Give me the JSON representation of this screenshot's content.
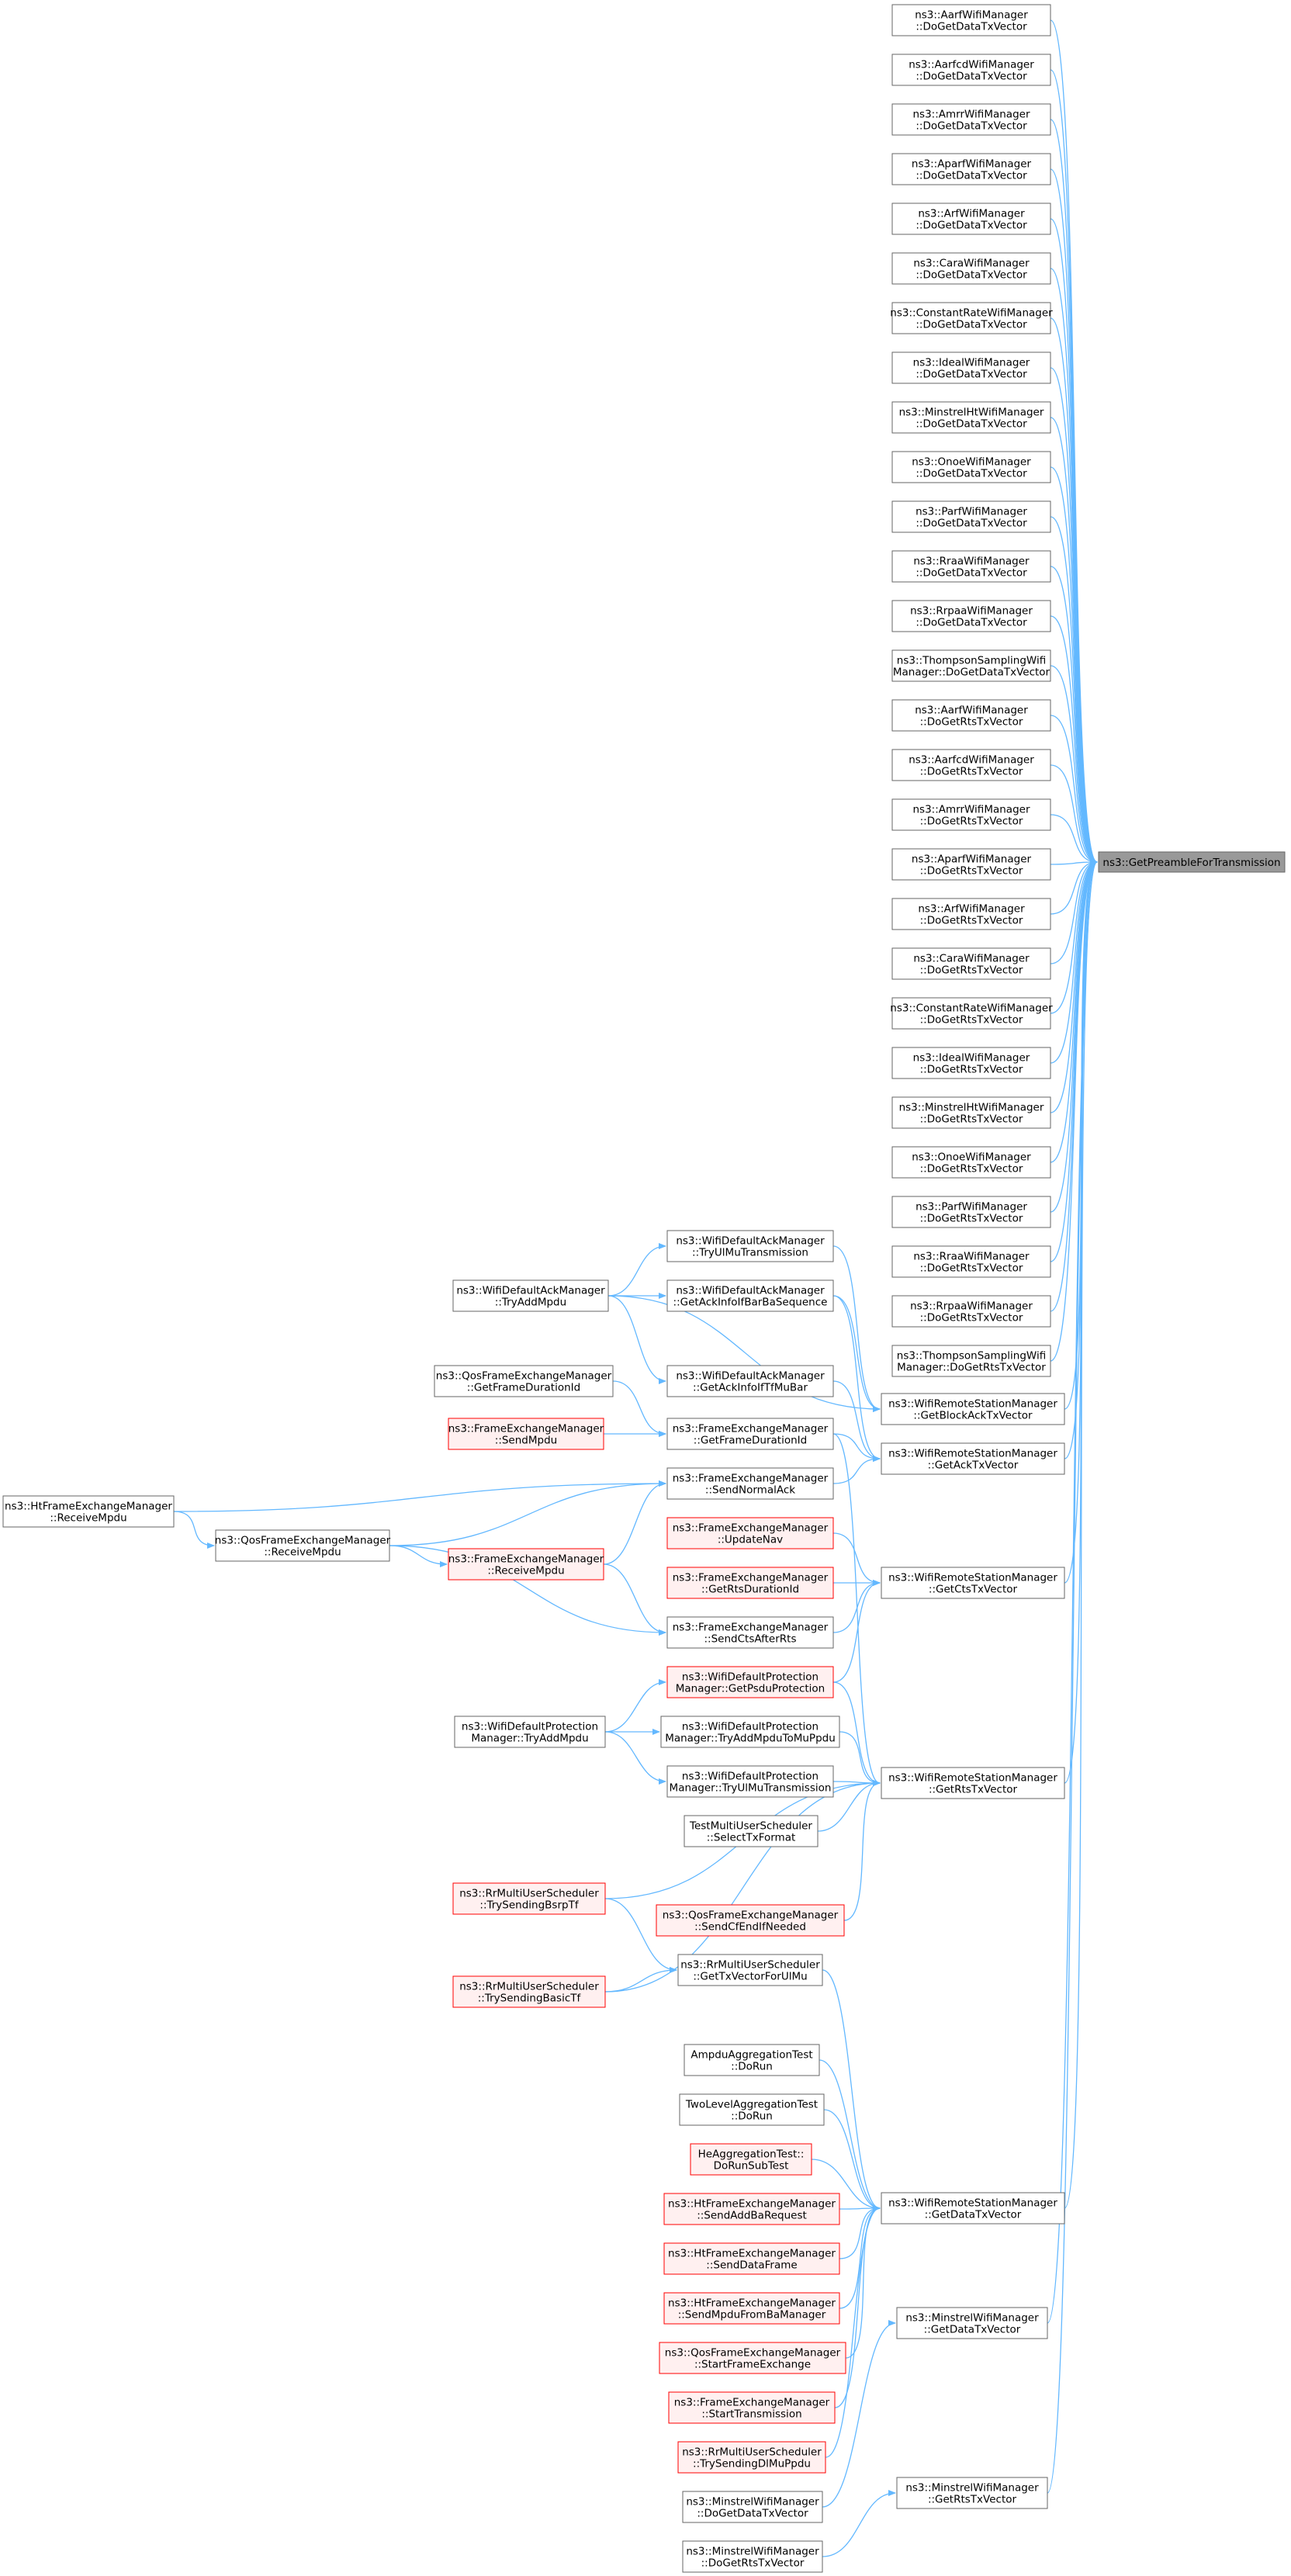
{
  "diagram": {
    "colors": {
      "node_fill": "#ffffff",
      "node_border": "#666666",
      "red_node_fill": "#fff0f0",
      "red_node_border": "#ff0000",
      "root_fill": "#999999",
      "root_border": "#666666",
      "edge": "#63b8ff"
    },
    "root": "root",
    "nodes": [
      {
        "id": "root",
        "style": "root",
        "lines": [
          "ns3::GetPreambleForTransmission"
        ]
      },
      {
        "id": "c0",
        "style": "normal",
        "lines": [
          "ns3::AarfWifiManager",
          "::DoGetDataTxVector"
        ]
      },
      {
        "id": "c1",
        "style": "normal",
        "lines": [
          "ns3::AarfcdWifiManager",
          "::DoGetDataTxVector"
        ]
      },
      {
        "id": "c2",
        "style": "normal",
        "lines": [
          "ns3::AmrrWifiManager",
          "::DoGetDataTxVector"
        ]
      },
      {
        "id": "c3",
        "style": "normal",
        "lines": [
          "ns3::AparfWifiManager",
          "::DoGetDataTxVector"
        ]
      },
      {
        "id": "c4",
        "style": "normal",
        "lines": [
          "ns3::ArfWifiManager",
          "::DoGetDataTxVector"
        ]
      },
      {
        "id": "c5",
        "style": "normal",
        "lines": [
          "ns3::CaraWifiManager",
          "::DoGetDataTxVector"
        ]
      },
      {
        "id": "c6",
        "style": "normal",
        "lines": [
          "ns3::ConstantRateWifiManager",
          "::DoGetDataTxVector"
        ]
      },
      {
        "id": "c7",
        "style": "normal",
        "lines": [
          "ns3::IdealWifiManager",
          "::DoGetDataTxVector"
        ]
      },
      {
        "id": "c8",
        "style": "normal",
        "lines": [
          "ns3::MinstrelHtWifiManager",
          "::DoGetDataTxVector"
        ]
      },
      {
        "id": "c9",
        "style": "normal",
        "lines": [
          "ns3::OnoeWifiManager",
          "::DoGetDataTxVector"
        ]
      },
      {
        "id": "c10",
        "style": "normal",
        "lines": [
          "ns3::ParfWifiManager",
          "::DoGetDataTxVector"
        ]
      },
      {
        "id": "c11",
        "style": "normal",
        "lines": [
          "ns3::RraaWifiManager",
          "::DoGetDataTxVector"
        ]
      },
      {
        "id": "c12",
        "style": "normal",
        "lines": [
          "ns3::RrpaaWifiManager",
          "::DoGetDataTxVector"
        ]
      },
      {
        "id": "c13",
        "style": "normal",
        "lines": [
          "ns3::ThompsonSamplingWifi",
          "Manager::DoGetDataTxVector"
        ]
      },
      {
        "id": "c14",
        "style": "normal",
        "lines": [
          "ns3::AarfWifiManager",
          "::DoGetRtsTxVector"
        ]
      },
      {
        "id": "c15",
        "style": "normal",
        "lines": [
          "ns3::AarfcdWifiManager",
          "::DoGetRtsTxVector"
        ]
      },
      {
        "id": "c16",
        "style": "normal",
        "lines": [
          "ns3::AmrrWifiManager",
          "::DoGetRtsTxVector"
        ]
      },
      {
        "id": "c17",
        "style": "normal",
        "lines": [
          "ns3::AparfWifiManager",
          "::DoGetRtsTxVector"
        ]
      },
      {
        "id": "c18",
        "style": "normal",
        "lines": [
          "ns3::ArfWifiManager",
          "::DoGetRtsTxVector"
        ]
      },
      {
        "id": "c19",
        "style": "normal",
        "lines": [
          "ns3::CaraWifiManager",
          "::DoGetRtsTxVector"
        ]
      },
      {
        "id": "c20",
        "style": "normal",
        "lines": [
          "ns3::ConstantRateWifiManager",
          "::DoGetRtsTxVector"
        ]
      },
      {
        "id": "c21",
        "style": "normal",
        "lines": [
          "ns3::IdealWifiManager",
          "::DoGetRtsTxVector"
        ]
      },
      {
        "id": "c22",
        "style": "normal",
        "lines": [
          "ns3::MinstrelHtWifiManager",
          "::DoGetRtsTxVector"
        ]
      },
      {
        "id": "c23",
        "style": "normal",
        "lines": [
          "ns3::OnoeWifiManager",
          "::DoGetRtsTxVector"
        ]
      },
      {
        "id": "c24",
        "style": "normal",
        "lines": [
          "ns3::ParfWifiManager",
          "::DoGetRtsTxVector"
        ]
      },
      {
        "id": "c25",
        "style": "normal",
        "lines": [
          "ns3::RraaWifiManager",
          "::DoGetRtsTxVector"
        ]
      },
      {
        "id": "c26",
        "style": "normal",
        "lines": [
          "ns3::RrpaaWifiManager",
          "::DoGetRtsTxVector"
        ]
      },
      {
        "id": "c27",
        "style": "normal",
        "lines": [
          "ns3::ThompsonSamplingWifi",
          "Manager::DoGetRtsTxVector"
        ]
      },
      {
        "id": "blockack",
        "style": "normal",
        "lines": [
          "ns3::WifiRemoteStationManager",
          "::GetBlockAckTxVector"
        ]
      },
      {
        "id": "acktx",
        "style": "normal",
        "lines": [
          "ns3::WifiRemoteStationManager",
          "::GetAckTxVector"
        ]
      },
      {
        "id": "ctstx",
        "style": "normal",
        "lines": [
          "ns3::WifiRemoteStationManager",
          "::GetCtsTxVector"
        ]
      },
      {
        "id": "rtstx",
        "style": "normal",
        "lines": [
          "ns3::WifiRemoteStationManager",
          "::GetRtsTxVector"
        ]
      },
      {
        "id": "datatx",
        "style": "normal",
        "lines": [
          "ns3::WifiRemoteStationManager",
          "::GetDataTxVector"
        ]
      },
      {
        "id": "mwm_getdata",
        "style": "normal",
        "lines": [
          "ns3::MinstrelWifiManager",
          "::GetDataTxVector"
        ]
      },
      {
        "id": "mwm_getrts",
        "style": "normal",
        "lines": [
          "ns3::MinstrelWifiManager",
          "::GetRtsTxVector"
        ]
      },
      {
        "id": "ack_ulmu",
        "style": "normal",
        "lines": [
          "ns3::WifiDefaultAckManager",
          "::TryUlMuTransmission"
        ]
      },
      {
        "id": "ack_bar",
        "style": "normal",
        "lines": [
          "ns3::WifiDefaultAckManager",
          "::GetAckInfoIfBarBaSequence"
        ]
      },
      {
        "id": "ack_tf",
        "style": "normal",
        "lines": [
          "ns3::WifiDefaultAckManager",
          "::GetAckInfoIfTfMuBar"
        ]
      },
      {
        "id": "ack_tryadd",
        "style": "normal",
        "lines": [
          "ns3::WifiDefaultAckManager",
          "::TryAddMpdu"
        ]
      },
      {
        "id": "qfem_gfd",
        "style": "normal",
        "lines": [
          "ns3::QosFrameExchangeManager",
          "::GetFrameDurationId"
        ]
      },
      {
        "id": "fem_sendmpdu",
        "style": "red",
        "lines": [
          "ns3::FrameExchangeManager",
          "::SendMpdu"
        ]
      },
      {
        "id": "fem_gfd",
        "style": "normal",
        "lines": [
          "ns3::FrameExchangeManager",
          "::GetFrameDurationId"
        ]
      },
      {
        "id": "fem_sna",
        "style": "normal",
        "lines": [
          "ns3::FrameExchangeManager",
          "::SendNormalAck"
        ]
      },
      {
        "id": "htfem_recv",
        "style": "normal",
        "lines": [
          "ns3::HtFrameExchangeManager",
          "::ReceiveMpdu"
        ]
      },
      {
        "id": "qfem_recv",
        "style": "normal",
        "lines": [
          "ns3::QosFrameExchangeManager",
          "::ReceiveMpdu"
        ]
      },
      {
        "id": "fem_recv",
        "style": "red",
        "lines": [
          "ns3::FrameExchangeManager",
          "::ReceiveMpdu"
        ]
      },
      {
        "id": "fem_nav",
        "style": "red",
        "lines": [
          "ns3::FrameExchangeManager",
          "::UpdateNav"
        ]
      },
      {
        "id": "fem_rtsdur",
        "style": "red",
        "lines": [
          "ns3::FrameExchangeManager",
          "::GetRtsDurationId"
        ]
      },
      {
        "id": "fem_cts",
        "style": "normal",
        "lines": [
          "ns3::FrameExchangeManager",
          "::SendCtsAfterRts"
        ]
      },
      {
        "id": "prot_psdu",
        "style": "red",
        "lines": [
          "ns3::WifiDefaultProtection",
          "Manager::GetPsduProtection"
        ]
      },
      {
        "id": "prot_tryadd",
        "style": "normal",
        "lines": [
          "ns3::WifiDefaultProtection",
          "Manager::TryAddMpdu"
        ]
      },
      {
        "id": "prot_tomu",
        "style": "normal",
        "lines": [
          "ns3::WifiDefaultProtection",
          "Manager::TryAddMpduToMuPpdu"
        ]
      },
      {
        "id": "prot_ulmu",
        "style": "normal",
        "lines": [
          "ns3::WifiDefaultProtection",
          "Manager::TryUlMuTransmission"
        ]
      },
      {
        "id": "test_select",
        "style": "normal",
        "lines": [
          "TestMultiUserScheduler",
          "::SelectTxFormat"
        ]
      },
      {
        "id": "rr_bsrp",
        "style": "red",
        "lines": [
          "ns3::RrMultiUserScheduler",
          "::TrySendingBsrpTf"
        ]
      },
      {
        "id": "qfem_cfend",
        "style": "red",
        "lines": [
          "ns3::QosFrameExchangeManager",
          "::SendCfEndIfNeeded"
        ]
      },
      {
        "id": "rr_gettx",
        "style": "normal",
        "lines": [
          "ns3::RrMultiUserScheduler",
          "::GetTxVectorForUlMu"
        ]
      },
      {
        "id": "rr_basic",
        "style": "red",
        "lines": [
          "ns3::RrMultiUserScheduler",
          "::TrySendingBasicTf"
        ]
      },
      {
        "id": "ampdu_test",
        "style": "normal",
        "lines": [
          "AmpduAggregationTest",
          "::DoRun"
        ]
      },
      {
        "id": "twolevel_test",
        "style": "normal",
        "lines": [
          "TwoLevelAggregationTest",
          "::DoRun"
        ]
      },
      {
        "id": "heagg_test",
        "style": "red",
        "lines": [
          "HeAggregationTest::",
          "DoRunSubTest"
        ]
      },
      {
        "id": "ht_addba",
        "style": "red",
        "lines": [
          "ns3::HtFrameExchangeManager",
          "::SendAddBaRequest"
        ]
      },
      {
        "id": "ht_data",
        "style": "red",
        "lines": [
          "ns3::HtFrameExchangeManager",
          "::SendDataFrame"
        ]
      },
      {
        "id": "ht_fromba",
        "style": "red",
        "lines": [
          "ns3::HtFrameExchangeManager",
          "::SendMpduFromBaManager"
        ]
      },
      {
        "id": "qfem_start",
        "style": "red",
        "lines": [
          "ns3::QosFrameExchangeManager",
          "::StartFrameExchange"
        ]
      },
      {
        "id": "fem_start",
        "style": "red",
        "lines": [
          "ns3::FrameExchangeManager",
          "::StartTransmission"
        ]
      },
      {
        "id": "rr_dlmu",
        "style": "red",
        "lines": [
          "ns3::RrMultiUserScheduler",
          "::TrySendingDlMuPpdu"
        ]
      },
      {
        "id": "mwm_dodata",
        "style": "normal",
        "lines": [
          "ns3::MinstrelWifiManager",
          "::DoGetDataTxVector"
        ]
      },
      {
        "id": "mwm_dorts",
        "style": "normal",
        "lines": [
          "ns3::MinstrelWifiManager",
          "::DoGetRtsTxVector"
        ]
      }
    ],
    "edges": [
      [
        "c0",
        "root"
      ],
      [
        "c1",
        "root"
      ],
      [
        "c2",
        "root"
      ],
      [
        "c3",
        "root"
      ],
      [
        "c4",
        "root"
      ],
      [
        "c5",
        "root"
      ],
      [
        "c6",
        "root"
      ],
      [
        "c7",
        "root"
      ],
      [
        "c8",
        "root"
      ],
      [
        "c9",
        "root"
      ],
      [
        "c10",
        "root"
      ],
      [
        "c11",
        "root"
      ],
      [
        "c12",
        "root"
      ],
      [
        "c13",
        "root"
      ],
      [
        "c14",
        "root"
      ],
      [
        "c15",
        "root"
      ],
      [
        "c16",
        "root"
      ],
      [
        "c17",
        "root"
      ],
      [
        "c18",
        "root"
      ],
      [
        "c19",
        "root"
      ],
      [
        "c20",
        "root"
      ],
      [
        "c21",
        "root"
      ],
      [
        "c22",
        "root"
      ],
      [
        "c23",
        "root"
      ],
      [
        "c24",
        "root"
      ],
      [
        "c25",
        "root"
      ],
      [
        "c26",
        "root"
      ],
      [
        "c27",
        "root"
      ],
      [
        "blockack",
        "root"
      ],
      [
        "acktx",
        "root"
      ],
      [
        "ctstx",
        "root"
      ],
      [
        "rtstx",
        "root"
      ],
      [
        "datatx",
        "root"
      ],
      [
        "mwm_getdata",
        "root"
      ],
      [
        "mwm_getrts",
        "root"
      ],
      [
        "ack_ulmu",
        "blockack"
      ],
      [
        "ack_bar",
        "blockack"
      ],
      [
        "ack_tryadd",
        "blockack"
      ],
      [
        "ack_bar",
        "acktx"
      ],
      [
        "ack_tf",
        "acktx"
      ],
      [
        "fem_gfd",
        "acktx"
      ],
      [
        "fem_sna",
        "acktx"
      ],
      [
        "ack_tryadd",
        "ack_ulmu"
      ],
      [
        "ack_tryadd",
        "ack_bar"
      ],
      [
        "ack_tryadd",
        "ack_tf"
      ],
      [
        "qfem_gfd",
        "fem_gfd"
      ],
      [
        "fem_sendmpdu",
        "fem_gfd"
      ],
      [
        "htfem_recv",
        "fem_sna"
      ],
      [
        "qfem_recv",
        "fem_sna"
      ],
      [
        "fem_recv",
        "fem_sna"
      ],
      [
        "htfem_recv",
        "qfem_recv"
      ],
      [
        "qfem_recv",
        "fem_recv"
      ],
      [
        "qfem_recv",
        "fem_cts"
      ],
      [
        "fem_recv",
        "fem_cts"
      ],
      [
        "fem_nav",
        "ctstx"
      ],
      [
        "fem_rtsdur",
        "ctstx"
      ],
      [
        "fem_cts",
        "ctstx"
      ],
      [
        "prot_psdu",
        "ctstx"
      ],
      [
        "fem_gfd",
        "rtstx"
      ],
      [
        "prot_psdu",
        "rtstx"
      ],
      [
        "prot_tomu",
        "rtstx"
      ],
      [
        "prot_ulmu",
        "rtstx"
      ],
      [
        "test_select",
        "rtstx"
      ],
      [
        "rr_bsrp",
        "rtstx"
      ],
      [
        "qfem_cfend",
        "rtstx"
      ],
      [
        "rr_basic",
        "rtstx"
      ],
      [
        "prot_tryadd",
        "prot_psdu"
      ],
      [
        "prot_tryadd",
        "prot_tomu"
      ],
      [
        "prot_tryadd",
        "prot_ulmu"
      ],
      [
        "rr_bsrp",
        "rr_gettx"
      ],
      [
        "rr_basic",
        "rr_gettx"
      ],
      [
        "rr_gettx",
        "datatx"
      ],
      [
        "ampdu_test",
        "datatx"
      ],
      [
        "twolevel_test",
        "datatx"
      ],
      [
        "heagg_test",
        "datatx"
      ],
      [
        "ht_addba",
        "datatx"
      ],
      [
        "ht_data",
        "datatx"
      ],
      [
        "ht_fromba",
        "datatx"
      ],
      [
        "qfem_start",
        "datatx"
      ],
      [
        "fem_start",
        "datatx"
      ],
      [
        "rr_dlmu",
        "datatx"
      ],
      [
        "mwm_dodata",
        "mwm_getdata"
      ],
      [
        "mwm_dorts",
        "mwm_getrts"
      ]
    ]
  }
}
